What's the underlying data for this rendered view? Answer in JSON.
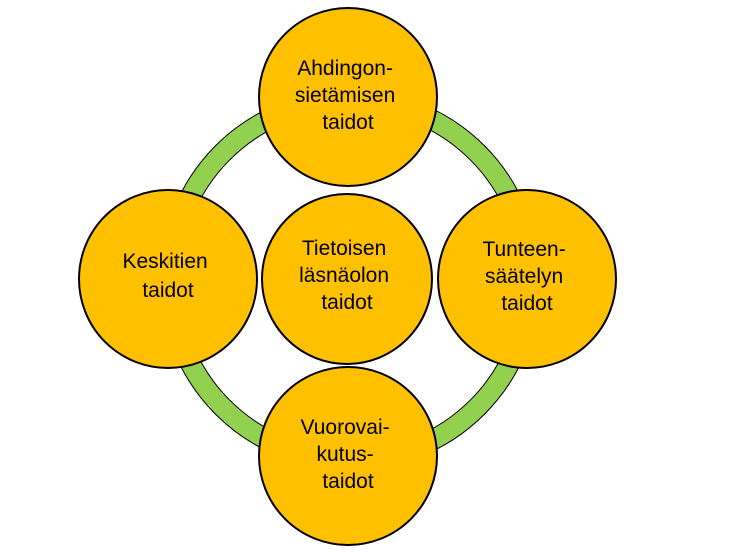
{
  "diagram": {
    "ring_color": "#92D050",
    "node_fill": "#FFC000",
    "node_stroke": "#000000",
    "nodes": {
      "center": {
        "lines": [
          "Tietoisen",
          "läsnäolon",
          "taidot"
        ]
      },
      "top": {
        "lines": [
          "Ahdingon-",
          "sietämisen",
          "taidot"
        ]
      },
      "left": {
        "lines": [
          "Keskitien",
          "taidot"
        ]
      },
      "right": {
        "lines": [
          "Tunteen-",
          "säätelyn",
          "taidot"
        ]
      },
      "bottom": {
        "lines": [
          "Vuorovai-",
          "kutus-",
          "taidot"
        ]
      }
    }
  }
}
